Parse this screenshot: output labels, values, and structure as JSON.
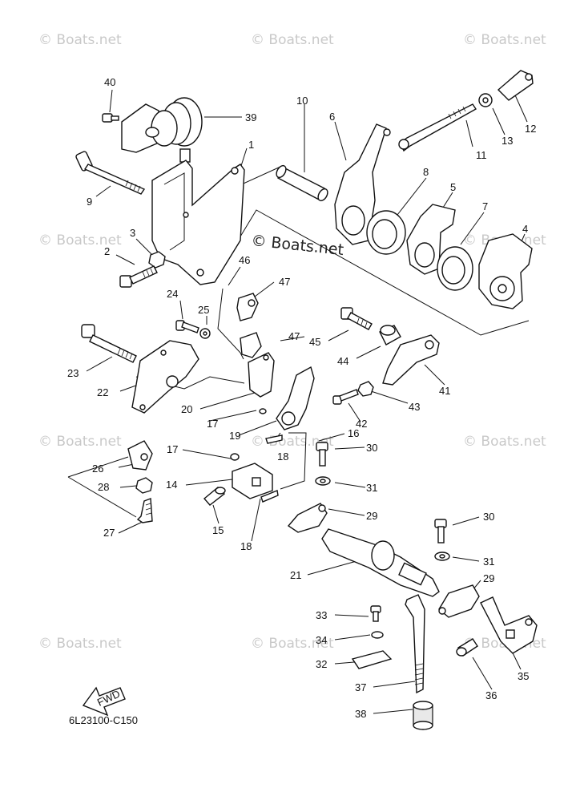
{
  "watermark": "© Boats.net",
  "center_watermark": "© Boats.net",
  "diagram_code": "6L23100-C150",
  "fwd_label": "FWD",
  "part_labels": [
    "1",
    "2",
    "3",
    "4",
    "5",
    "6",
    "7",
    "8",
    "9",
    "10",
    "11",
    "12",
    "13",
    "14",
    "15",
    "16",
    "17",
    "17",
    "18",
    "18",
    "19",
    "20",
    "21",
    "22",
    "23",
    "24",
    "25",
    "26",
    "27",
    "28",
    "29",
    "29",
    "30",
    "30",
    "31",
    "31",
    "32",
    "33",
    "34",
    "35",
    "36",
    "37",
    "38",
    "39",
    "40",
    "41",
    "42",
    "43",
    "44",
    "45",
    "46",
    "47",
    "47"
  ]
}
